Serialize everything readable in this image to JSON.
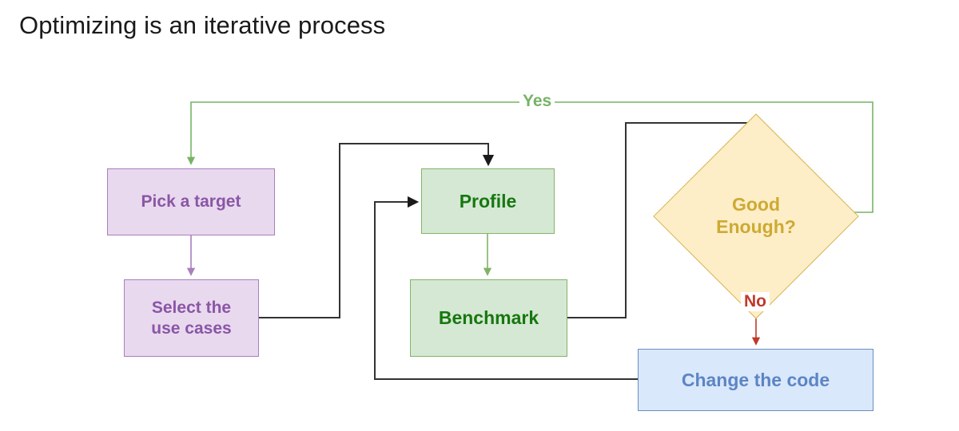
{
  "slide": {
    "title": "Optimizing is an iterative process",
    "background_color": "#ffffff"
  },
  "diagram": {
    "type": "flowchart",
    "nodes": [
      {
        "id": "pick",
        "label": "Pick a target",
        "shape": "rectangle",
        "fill": "#e8d9ef",
        "stroke": "#a97fbd",
        "text_color": "#8a56a5"
      },
      {
        "id": "select",
        "label": "Select the\nuse cases",
        "shape": "rectangle",
        "fill": "#e8d9ef",
        "stroke": "#a97fbd",
        "text_color": "#8a56a5"
      },
      {
        "id": "profile",
        "label": "Profile",
        "shape": "rectangle",
        "fill": "#d5e8d4",
        "stroke": "#82b366",
        "text_color": "#17770f"
      },
      {
        "id": "benchmark",
        "label": "Benchmark",
        "shape": "rectangle",
        "fill": "#d5e8d4",
        "stroke": "#82b366",
        "text_color": "#17770f"
      },
      {
        "id": "good",
        "label": "Good\nEnough?",
        "shape": "diamond",
        "fill": "#fdeec8",
        "stroke": "#d6b656",
        "text_color": "#cdaa33"
      },
      {
        "id": "change",
        "label": "Change the code",
        "shape": "rectangle",
        "fill": "#dae8fc",
        "stroke": "#6c8ebf",
        "text_color": "#5c85c4"
      }
    ],
    "edge_labels": {
      "yes": {
        "text": "Yes",
        "color": "#77b366"
      },
      "no": {
        "text": "No",
        "color": "#c0392b"
      }
    },
    "edges": [
      {
        "from": "pick",
        "to": "select",
        "color": "#a97fbd",
        "label": ""
      },
      {
        "from": "select",
        "to": "profile",
        "color": "#333333",
        "label": ""
      },
      {
        "from": "profile",
        "to": "benchmark",
        "color": "#82b366",
        "label": ""
      },
      {
        "from": "benchmark",
        "to": "good",
        "color": "#333333",
        "label": ""
      },
      {
        "from": "good",
        "to": "change",
        "color": "#c0392b",
        "label": "No"
      },
      {
        "from": "change",
        "to": "profile",
        "color": "#333333",
        "label": ""
      },
      {
        "from": "good",
        "to": "pick",
        "color": "#77b366",
        "label": "Yes"
      }
    ]
  }
}
